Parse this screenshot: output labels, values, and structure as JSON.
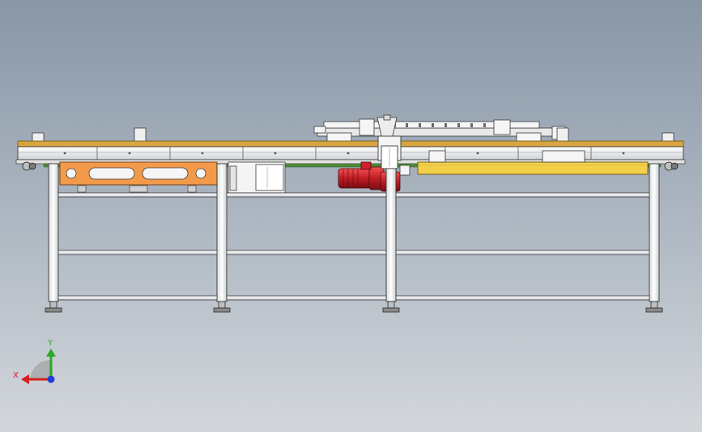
{
  "viewport": {
    "background_top": "#8896a6",
    "background_bottom": "#d3d7dc"
  },
  "model": {
    "type": "conveyor-assembly-front-view",
    "colors": {
      "frame": "#f2f2f2",
      "frame_edge": "#3a3a3a",
      "wood_strip": "#d8a640",
      "orange_plate": "#f39a4a",
      "yellow_guard": "#f2d04a",
      "motor": "#d0202a",
      "green_belt": "#4f8a3a"
    }
  },
  "triad": {
    "x_label": "X",
    "y_label": "Y",
    "x_color": "#d41f1f",
    "y_color": "#2aa82a",
    "z_color": "#1f3fd4"
  }
}
